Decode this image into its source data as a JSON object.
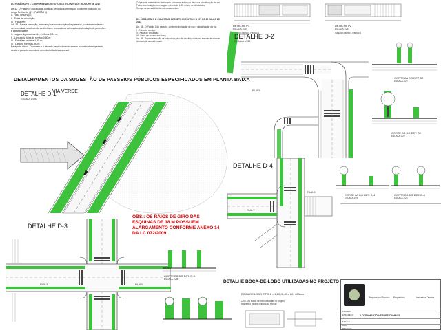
{
  "header_left": {
    "title": "DO PARÁGRAFO 1. CONFORME DECRETO EXECUTIVO Nº072 DE 30 JULHO DE 2011",
    "paragraphs": [
      "Art 32. O Passeio / as calçadas públicas seguirão a orientação, conforme, indicado no",
      "Artigo Pertinente (§1 - PADRÃO 1)",
      "I - Faixa de serviço;",
      "II - Faixa de circulação;",
      "III - Faixa livre;",
      "Art. 33 - Para a execução, manutenção e conservação dos passeios, o pavimento deverá",
      "ser executado obedecendo às diretrizes, tornando-os adequados à circulação de pedestres",
      "e acessibilidade.",
      "I - Largura do passeio entre 2,00 m e 3,00 m;",
      "II - Largura da faixa de serviço 0,60 m;",
      "III - Faixa livre mínima 1,20 m;",
      "IV - Largura mínima 1,50 m;",
      "Parágrafo único - O passeio e a faixa de serviço deverão ser em concreto desempenado,",
      "sendo o passeio executado com declividade transversal."
    ]
  },
  "header_mid": {
    "lines": [
      "Calçada de material não deslizante, conforme indicação de uso e classificação da via.",
      "Faixa de circulação com largura mínima de 1,20 m livre de obstáculos.",
      "Rampa de acessibilidade nos cruzamentos."
    ]
  },
  "header_mid_caption": "DO PARÁGRAFO 2. CONFORME DECRETO EXECUTIVO Nº072 DE 30 JULHO DE 2011",
  "header_mid_paras": [
    "Art. 34 - O Padrão 2 do passeio, conforme indicação de uso e classificação da via.",
    "I - Faixa de serviço;",
    "II - Faixa de circulação;",
    "III - Faixa de acesso aos lotes;",
    "Art. 35 - Para a execução de calçadas o piso de circulação deverá atender às normas",
    "técnicas de acessibilidade."
  ],
  "padrao": [
    {
      "label": "DETALHE P1",
      "scale": "ESCALA 1/25"
    },
    {
      "label": "DETALHE P2",
      "scale": "ESCALA 1/25"
    }
  ],
  "padrao_captions": [
    "Calçada padrão - Padrão 1",
    "Calçada padrão - Padrão 2"
  ],
  "main_title": "DETALHAMENTOS DA SUGESTÃO DE PASSEIOS PÚBLICOS ESPECIFICADOS EM PLANTA BAIXA",
  "details": {
    "d1": {
      "label": "DETALHE D-1",
      "scale": "ESCALA 1/250",
      "street": "VIA VERDE"
    },
    "d2": {
      "label": "DETALHE D-2",
      "scale": "ESCALA 1/250",
      "street": "RUA 5"
    },
    "d3": {
      "label": "DETALHE D-3",
      "streets": [
        "RUA 5",
        "RUA 6"
      ]
    },
    "d4": {
      "label": "DETALHE D-4",
      "streets": [
        "RUA 7",
        "RUA 8"
      ]
    }
  },
  "cortes": [
    {
      "label": "CORTE AA DO DET. 02",
      "scale": "ESCALA 1/25"
    },
    {
      "label": "CORTE BB DO DET. 02",
      "scale": "ESCALA 1/25"
    },
    {
      "label": "CORTE AA DO DET. D-4",
      "scale": "ESCALA 1/25"
    },
    {
      "label": "CORTE BB DO DET. D-4",
      "scale": "ESCALA 1/25"
    },
    {
      "label": "CORTE BB DO DET. D-3",
      "scale": "ESCALA 1/250"
    }
  ],
  "obs": "OBS.: OS RAIOS DE GIRO DAS ESQUINAS DE 18 M POSSUEM ALARGAMENTO CONFORME ANEXO 14 DA LC 072/2009.",
  "boca_lobo": {
    "title": "DETALHE BOCA-DE-LOBO UTILIZADAS NO PROJETO",
    "subtitle": "BOCA DE LOBO TIPO 1 = 1,00X1,40m DN 400mm",
    "note_lines": [
      "OBS.: As bocas de lobo utilizadas no projeto",
      "seguem o modelo Padrão da PMSM"
    ]
  },
  "title_block": {
    "project": "LOTEAMENTO VERDES CAMPOS",
    "columns": [
      "Responsável Técnico",
      "Proprietário",
      "Assinatura Técnica"
    ],
    "rows": [
      "PROJETO",
      "ENDEREÇO",
      "ÁREA",
      "ESCALA",
      "DATA",
      "PRANCHA"
    ]
  },
  "colors": {
    "green": "#3ec23e",
    "dark_green": "#2a8f2a",
    "red": "#d40000",
    "line": "#333333"
  }
}
